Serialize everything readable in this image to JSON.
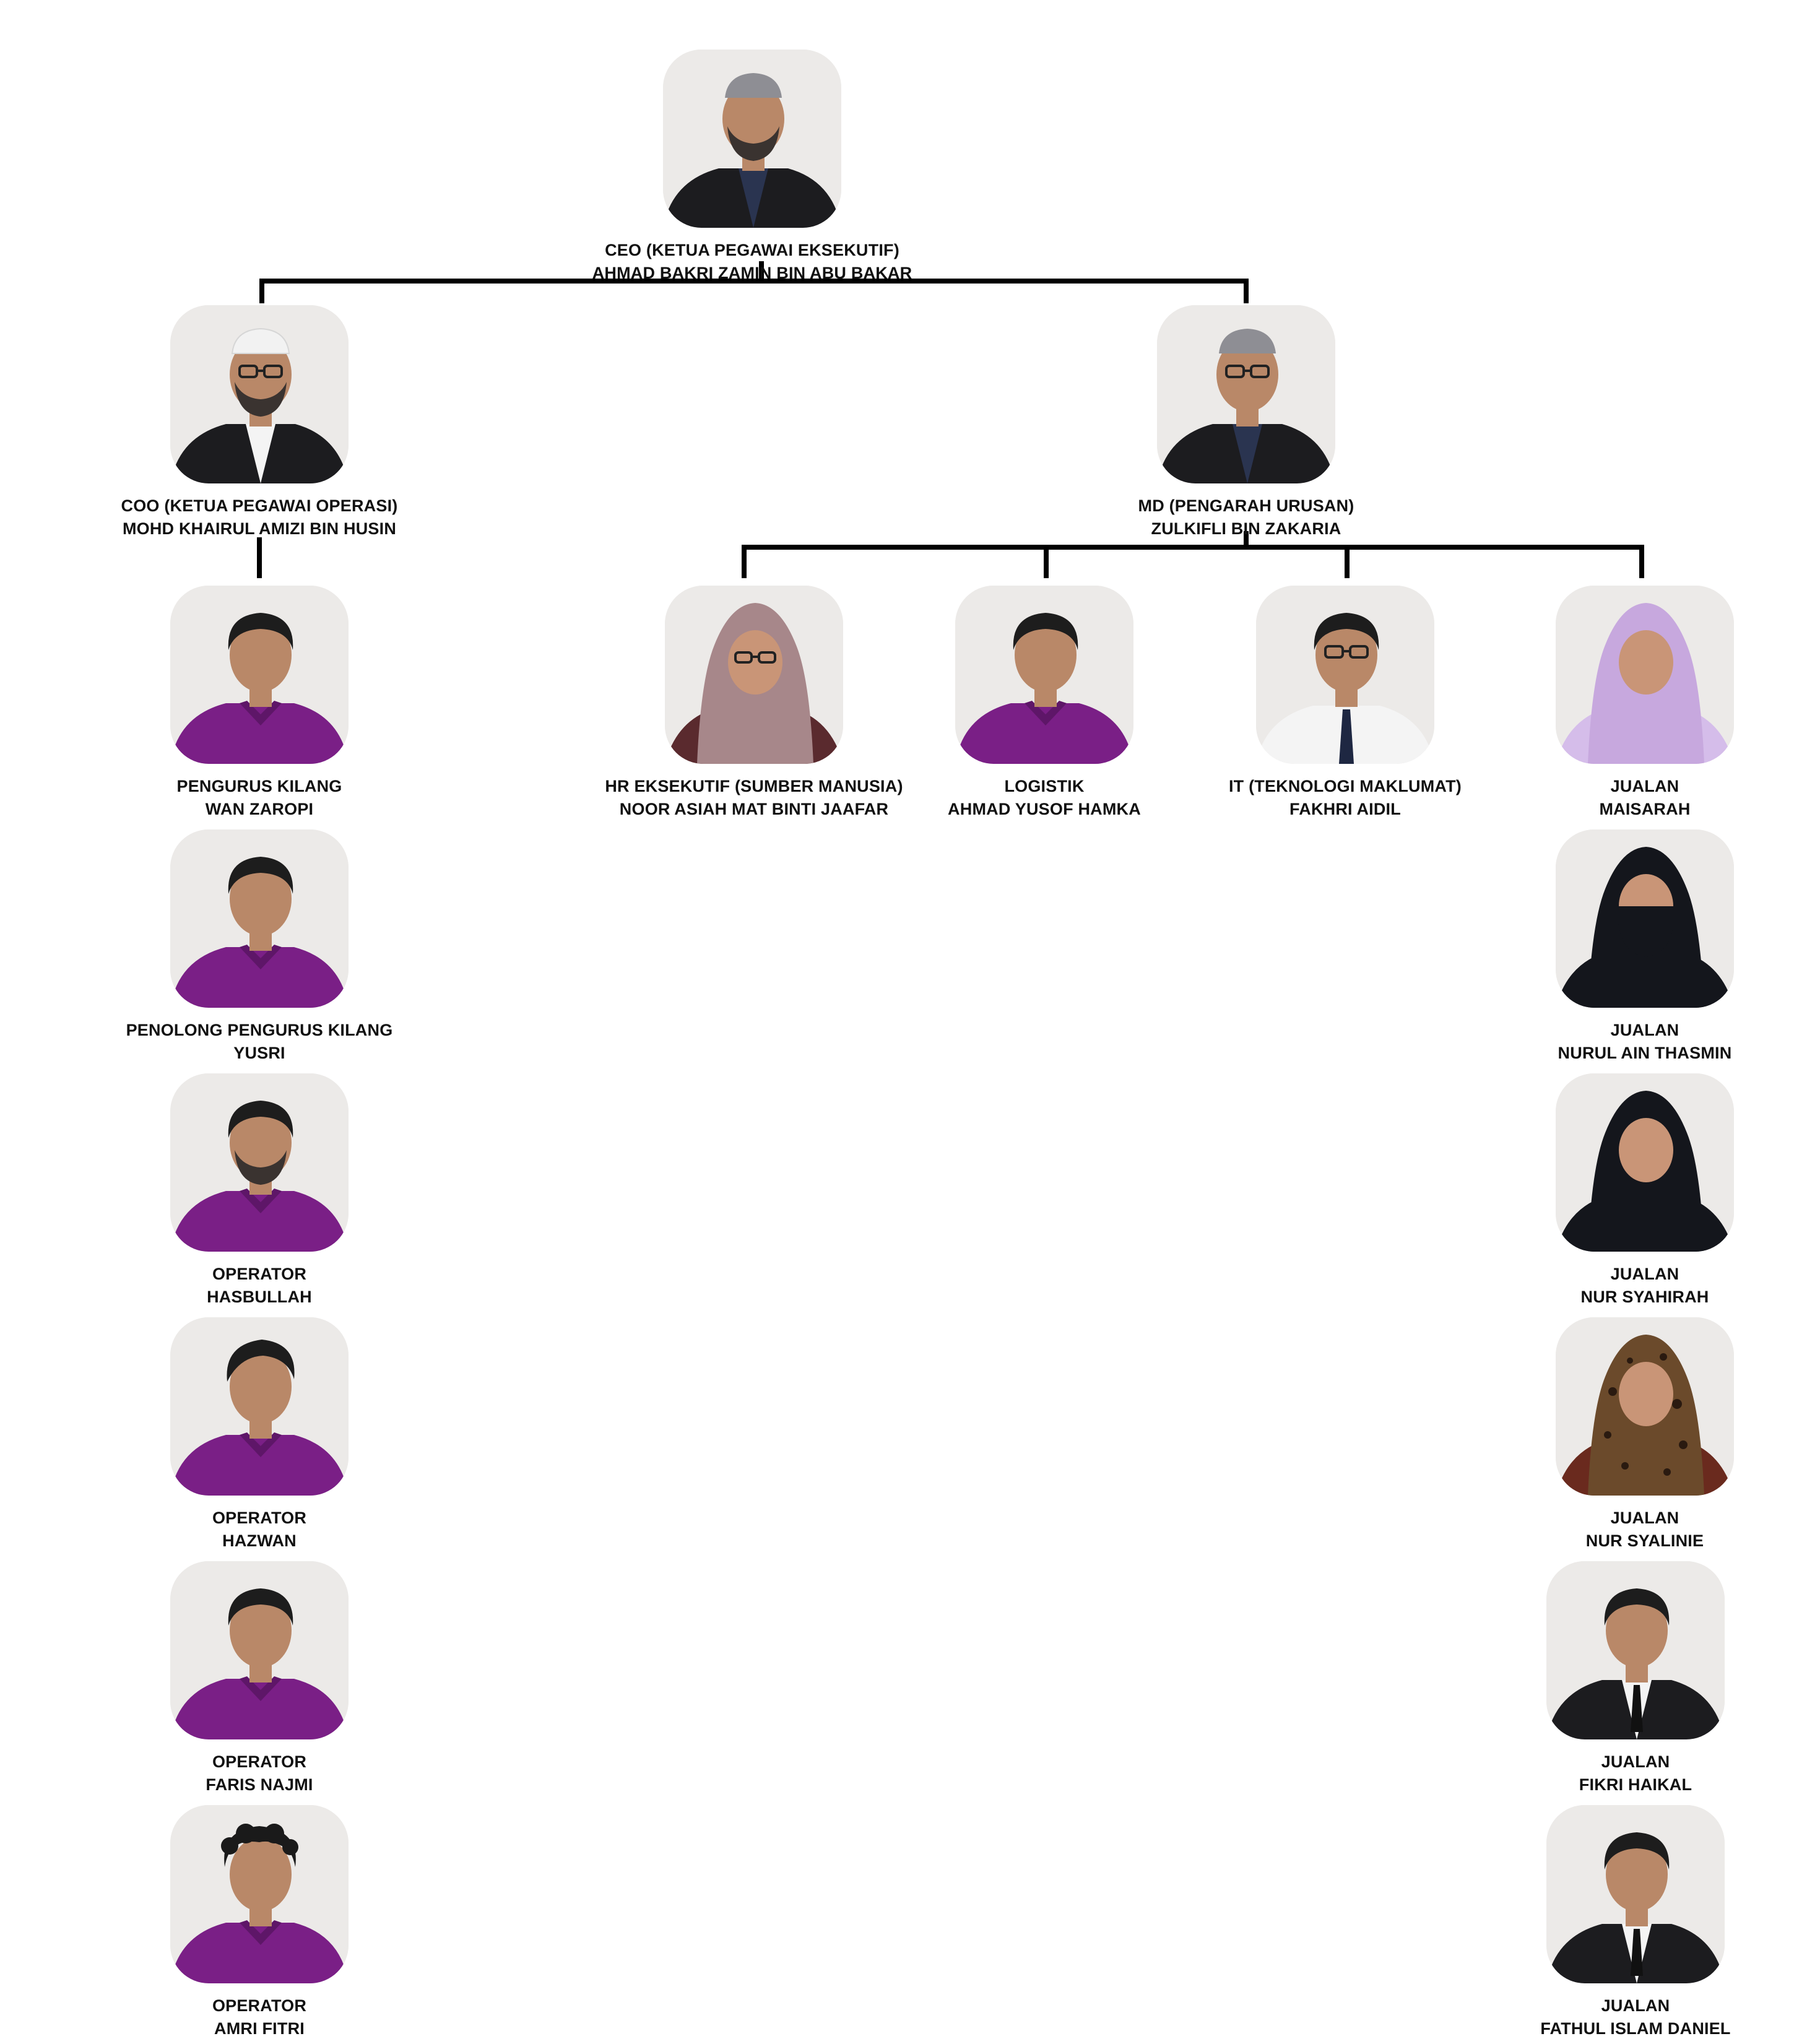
{
  "colors": {
    "line": "#000000",
    "background": "#ffffff",
    "photo_bg": "#eceae8",
    "uniform_purple": "#7a1f86",
    "suit_black": "#1c1c1f",
    "text": "#111111"
  },
  "ceo": {
    "title": "CEO (KETUA PEGAWAI EKSEKUTIF)",
    "name": "AHMAD BAKRI ZAMIN BIN ABU BAKAR",
    "portrait": {
      "attire": "suit",
      "headwear": "kopiah-grey",
      "beard": true
    }
  },
  "coo": {
    "title": "COO (KETUA PEGAWAI OPERASI)",
    "name": "MOHD KHAIRUL AMIZI BIN HUSIN",
    "portrait": {
      "attire": "suit-white-shirt",
      "headwear": "kopiah-white",
      "glasses": true,
      "beard": true
    }
  },
  "md": {
    "title": "MD (PENGARAH URUSAN)",
    "name": "ZULKIFLI BIN ZAKARIA",
    "portrait": {
      "attire": "suit",
      "headwear": "kopiah-grey",
      "glasses": true
    }
  },
  "coo_team": [
    {
      "title": "PENGURUS KILANG",
      "name": "WAN ZAROPI",
      "portrait": {
        "attire": "purple-polo",
        "hair": "short"
      }
    },
    {
      "title": "PENOLONG PENGURUS KILANG",
      "name": "YUSRI",
      "portrait": {
        "attire": "purple-polo",
        "hair": "short"
      }
    },
    {
      "title": "OPERATOR",
      "name": "HASBULLAH",
      "portrait": {
        "attire": "purple-polo",
        "hair": "short",
        "beard": true
      }
    },
    {
      "title": "OPERATOR",
      "name": "HAZWAN",
      "portrait": {
        "attire": "purple-polo",
        "hair": "styled"
      }
    },
    {
      "title": "OPERATOR",
      "name": "FARIS NAJMI",
      "portrait": {
        "attire": "purple-polo",
        "hair": "short"
      }
    },
    {
      "title": "OPERATOR",
      "name": "AMRI FITRI",
      "portrait": {
        "attire": "purple-polo",
        "hair": "curly"
      }
    }
  ],
  "md_team": [
    {
      "title": "HR EKSEKUTIF (SUMBER MANUSIA)",
      "name": "NOOR ASIAH MAT BINTI JAAFAR",
      "portrait": {
        "attire": "hijab-mauve",
        "glasses": true
      }
    },
    {
      "title": "LOGISTIK",
      "name": "AHMAD YUSOF HAMKA",
      "portrait": {
        "attire": "purple-polo",
        "hair": "short"
      }
    },
    {
      "title": "IT (TEKNOLOGI MAKLUMAT)",
      "name": "FAKHRI AIDIL",
      "portrait": {
        "attire": "white-shirt-tie",
        "hair": "short",
        "glasses": true
      }
    }
  ],
  "sales_team": [
    {
      "title": "JUALAN",
      "name": "MAISARAH",
      "portrait": {
        "attire": "hijab-lilac"
      }
    },
    {
      "title": "JUALAN",
      "name": "NURUL AIN THASMIN",
      "portrait": {
        "attire": "niqab-black"
      }
    },
    {
      "title": "JUALAN",
      "name": "NUR SYAHIRAH",
      "portrait": {
        "attire": "hijab-black"
      }
    },
    {
      "title": "JUALAN",
      "name": "NUR SYALINIE",
      "portrait": {
        "attire": "hijab-leopard"
      }
    },
    {
      "title": "JUALAN",
      "name": "FIKRI HAIKAL",
      "portrait": {
        "attire": "suit-tie",
        "hair": "short"
      }
    },
    {
      "title": "JUALAN",
      "name": "FATHUL ISLAM DANIEL",
      "portrait": {
        "attire": "suit-tie",
        "hair": "short"
      }
    }
  ]
}
